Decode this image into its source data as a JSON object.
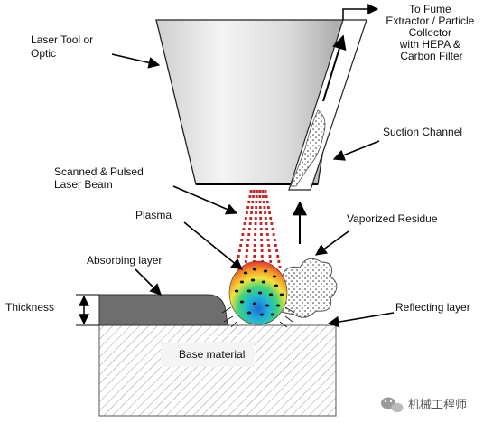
{
  "labels": {
    "laser_tool": [
      "Laser Tool or",
      "Optic"
    ],
    "fume_extractor": [
      "To Fume",
      "Extractor / Particle",
      "Collector",
      "with HEPA &",
      "Carbon Filter"
    ],
    "suction_channel": "Suction Channel",
    "scanned_beam": [
      "Scanned & Pulsed",
      "Laser Beam"
    ],
    "plasma": "Plasma",
    "vaporized_residue": "Vaporized Residue",
    "absorbing_layer": "Absorbing layer",
    "thickness": "Thickness",
    "reflecting_layer": "Reflecting layer",
    "base_material": "Base material"
  },
  "watermark": {
    "text": "机械工程师",
    "icon": "wechat-icon"
  },
  "colors": {
    "laser_beam": "#cc2222",
    "absorbing_layer": "#6e6e6e",
    "plasma_gradient": [
      "#1e6ad6",
      "#22b4d8",
      "#3fd37a",
      "#f4e23a",
      "#f49a2a",
      "#e3342a"
    ]
  }
}
